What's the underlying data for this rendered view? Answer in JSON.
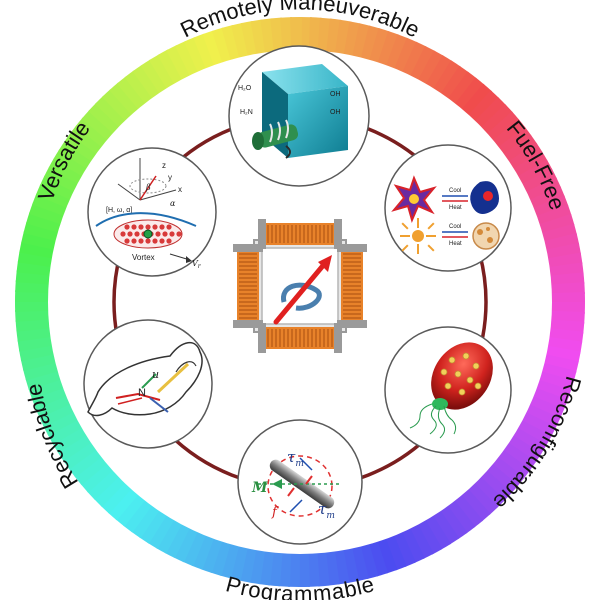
{
  "ring_labels": {
    "top": "Remotely Maneuverable",
    "right_top": "Fuel-Free",
    "right_bottom": "Reconfigurable",
    "bottom": "Programmable",
    "left_bottom": "Recyclable",
    "left_top": "Versatile"
  },
  "panels": {
    "versatile": {
      "axis_x": "x",
      "axis_y": "y",
      "axis_z": "z",
      "angle_beta": "β",
      "angle_alpha": "α",
      "field_label": "[H, ω, α]",
      "vortex_label": "Vortex",
      "velocity_label": "V",
      "velocity_sub": "r"
    },
    "maneuverable": {
      "chem_left_1": "H₂O",
      "chem_left_2": "H₂N",
      "chem_right_1": "OH",
      "chem_right_2": "OH"
    },
    "fuel_free": {
      "cool_label": "Cool",
      "heat_label": "Heat"
    },
    "recyclable": {
      "label_u": "u",
      "label_n": "N"
    },
    "programmable": {
      "tau": "τ",
      "tau_sub": "m",
      "m_label": "M",
      "f_label": "f"
    }
  },
  "colors": {
    "ring_outline": "#7a1e1e",
    "coil": "#e8822a",
    "arrow": "#e02020",
    "hoop": "#4a7fae"
  }
}
